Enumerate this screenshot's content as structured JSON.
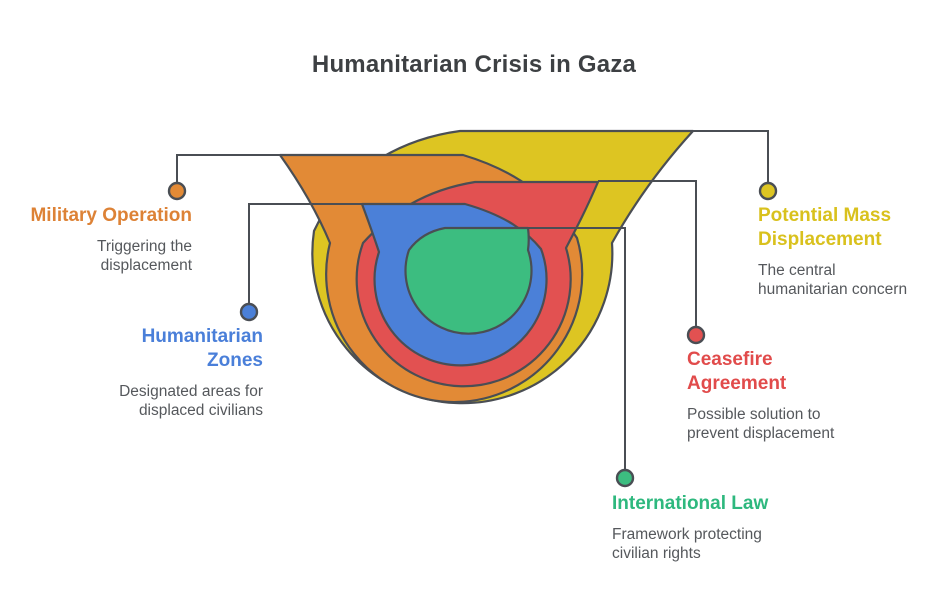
{
  "title": "Humanitarian Crisis in Gaza",
  "colors": {
    "outline": "#4a4e54",
    "description_text": "#55585c",
    "title_text": "#3d4043"
  },
  "funnel": {
    "type": "nested-onion-funnel",
    "layers": [
      {
        "id": "potential-mass-displacement",
        "label": "Potential Mass Displacement",
        "description": "The central humanitarian concern",
        "fill": "#ddc522",
        "text_color": "#d9c11d",
        "position": "outermost",
        "tail_side": "right"
      },
      {
        "id": "military-operation",
        "label": "Military Operation",
        "description": "Triggering the displacement",
        "fill": "#e28a36",
        "text_color": "#dd8236",
        "position": "ring-2",
        "tail_side": "left"
      },
      {
        "id": "ceasefire-agreement",
        "label": "Ceasefire Agreement",
        "description": "Possible solution to prevent displacement",
        "fill": "#e25151",
        "text_color": "#e14b4b",
        "position": "ring-3",
        "tail_side": "right"
      },
      {
        "id": "humanitarian-zones",
        "label": "Humanitarian Zones",
        "description": "Designated areas for displaced civilians",
        "fill": "#4b80d8",
        "text_color": "#4a7fd9",
        "position": "ring-4",
        "tail_side": "left"
      },
      {
        "id": "international-law",
        "label": "International Law",
        "description": "Framework protecting civilian rights",
        "fill": "#3cbd80",
        "text_color": "#2eb87e",
        "position": "innermost",
        "tail_side": "right"
      }
    ]
  }
}
